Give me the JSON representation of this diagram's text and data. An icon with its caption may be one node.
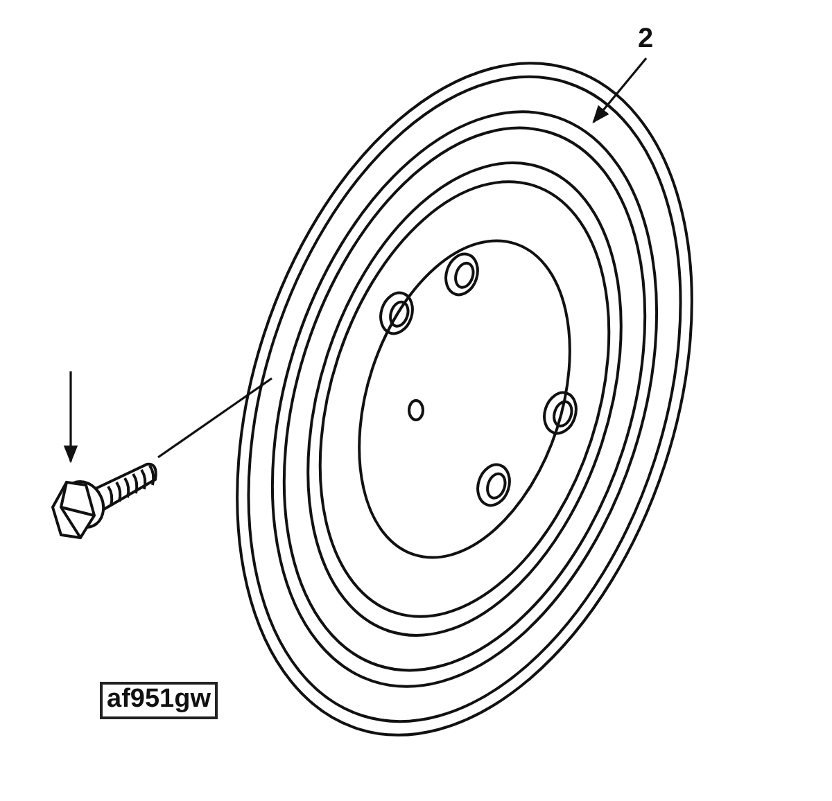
{
  "diagram": {
    "nodes": [
      {
        "text": [
          "2"
        ]
      },
      {
        "text": [],
        "shape": "picture"
      },
      {
        "text": [],
        "shape": "picture"
      }
    ],
    "edges": [
      {
        "from": 0,
        "to": 1,
        "arrow": "to"
      },
      {
        "from": null,
        "to": 2,
        "arrow": "to"
      },
      {
        "from": 2,
        "to": 1,
        "arrow": "none"
      }
    ],
    "labels": [
      "af951gw"
    ]
  }
}
